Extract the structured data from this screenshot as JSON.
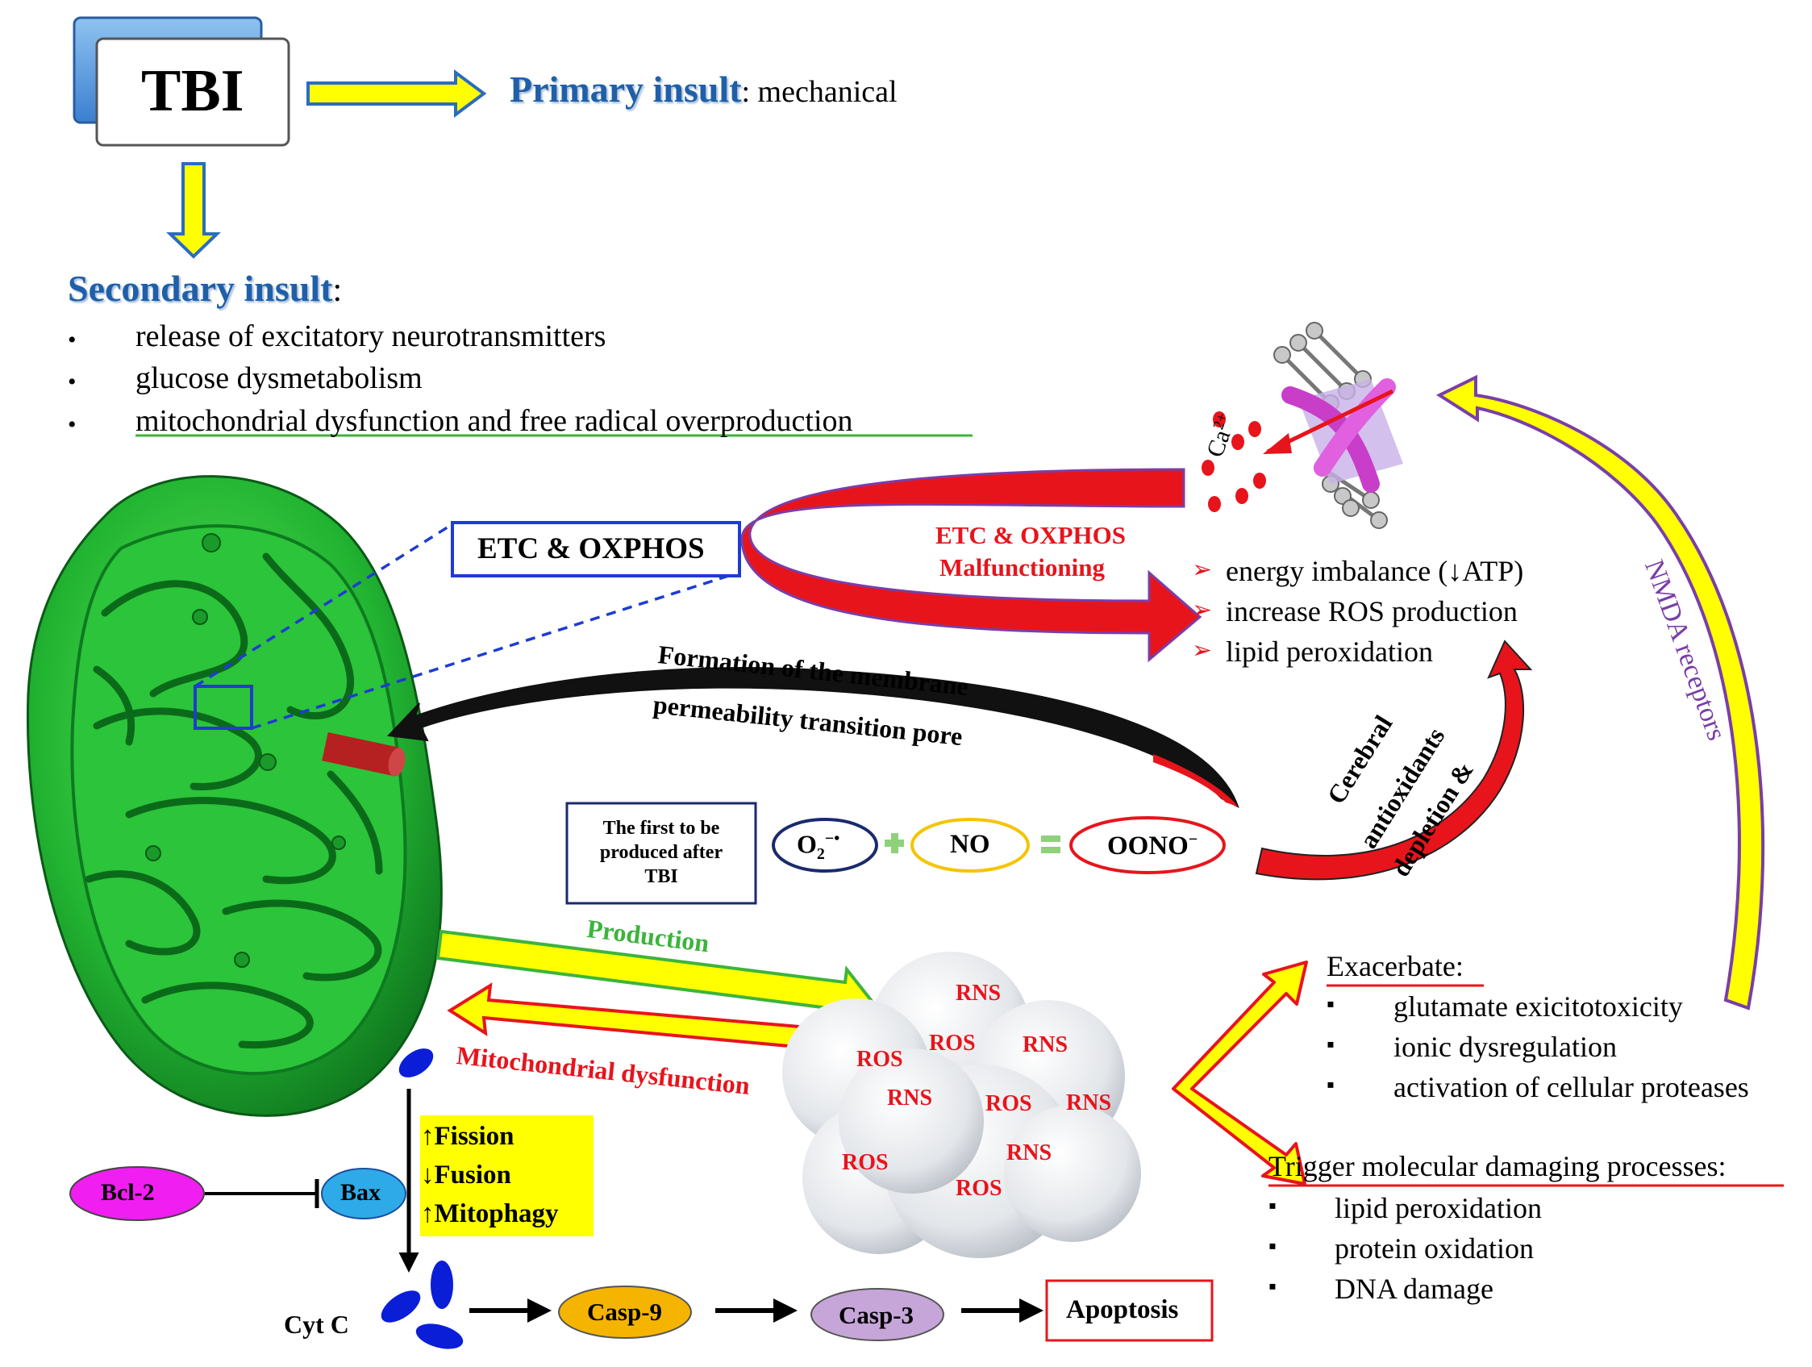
{
  "tbi": {
    "label": "TBI"
  },
  "primary": {
    "heading": "Primary insult",
    "rest": ": mechanical"
  },
  "secondary": {
    "heading": "Secondary insult",
    "colon": ":",
    "items": [
      "release of excitatory  neurotransmitters",
      "glucose dysmetabolism",
      "mitochondrial dysfunction and free radical overproduction"
    ],
    "bullet": "•"
  },
  "etc_box": {
    "label": "ETC & OXPHOS"
  },
  "malfunction": {
    "line1": "ETC & OXPHOS",
    "line2": "Malfunctioning"
  },
  "ca": {
    "label": "Ca",
    "sup": "2+"
  },
  "consequences": {
    "marker": "➢",
    "items": [
      "energy imbalance (↓ATP)",
      "increase ROS production",
      "lipid peroxidation"
    ]
  },
  "mptp": {
    "line1": "Formation of the membrane",
    "line2": "permeability transition pore"
  },
  "nmda": {
    "label": "NMDA receptors"
  },
  "antiox": {
    "line1": "Cerebral",
    "line2": "antioxidants",
    "line3": "depletion &"
  },
  "first_box": {
    "line1": "The first to be",
    "line2": "produced after",
    "line3": "TBI"
  },
  "reaction": {
    "o2": "O",
    "o2_sub": "2",
    "o2_sup": "−•",
    "plus": "+",
    "no": "NO",
    "eq": "=",
    "oono": "OONO",
    "oono_sup": "−"
  },
  "production": {
    "label": "Production"
  },
  "mito_dys": {
    "label": "Mitochondrial dysfunction"
  },
  "cloud": {
    "labels": [
      {
        "text": "RNS"
      },
      {
        "text": "ROS"
      },
      {
        "text": "ROS"
      },
      {
        "text": "RNS"
      },
      {
        "text": "RNS"
      },
      {
        "text": "ROS"
      },
      {
        "text": "RNS"
      },
      {
        "text": "RNS"
      },
      {
        "text": "ROS"
      },
      {
        "text": "ROS"
      }
    ]
  },
  "dynamics": {
    "items": [
      "↑Fission",
      "↓Fusion",
      "↑Mitophagy"
    ]
  },
  "bcl2": {
    "label": "Bcl-2"
  },
  "bax": {
    "label": "Bax"
  },
  "cytc": {
    "label": "Cyt C"
  },
  "casp9": {
    "label": "Casp-9"
  },
  "casp3": {
    "label": "Casp-3"
  },
  "apoptosis": {
    "label": "Apoptosis"
  },
  "exacerbate": {
    "heading": "Exacerbate",
    "colon": ":",
    "marker": "▪",
    "items": [
      "glutamate exicitotoxicity",
      "ionic dysregulation",
      "activation of cellular proteases"
    ]
  },
  "trigger": {
    "heading": "Trigger molecular damaging processes",
    "colon": ":",
    "marker": "▪",
    "items": [
      "lipid peroxidation",
      "protein oxidation",
      "DNA damage"
    ]
  },
  "colors": {
    "heading_blue": "#1f5fa8",
    "mito_green": "#22b532",
    "red_arrow": "#e8141c",
    "yellow": "#ffff00",
    "purple": "#7a3ea8",
    "navy": "#1a2a6c"
  }
}
